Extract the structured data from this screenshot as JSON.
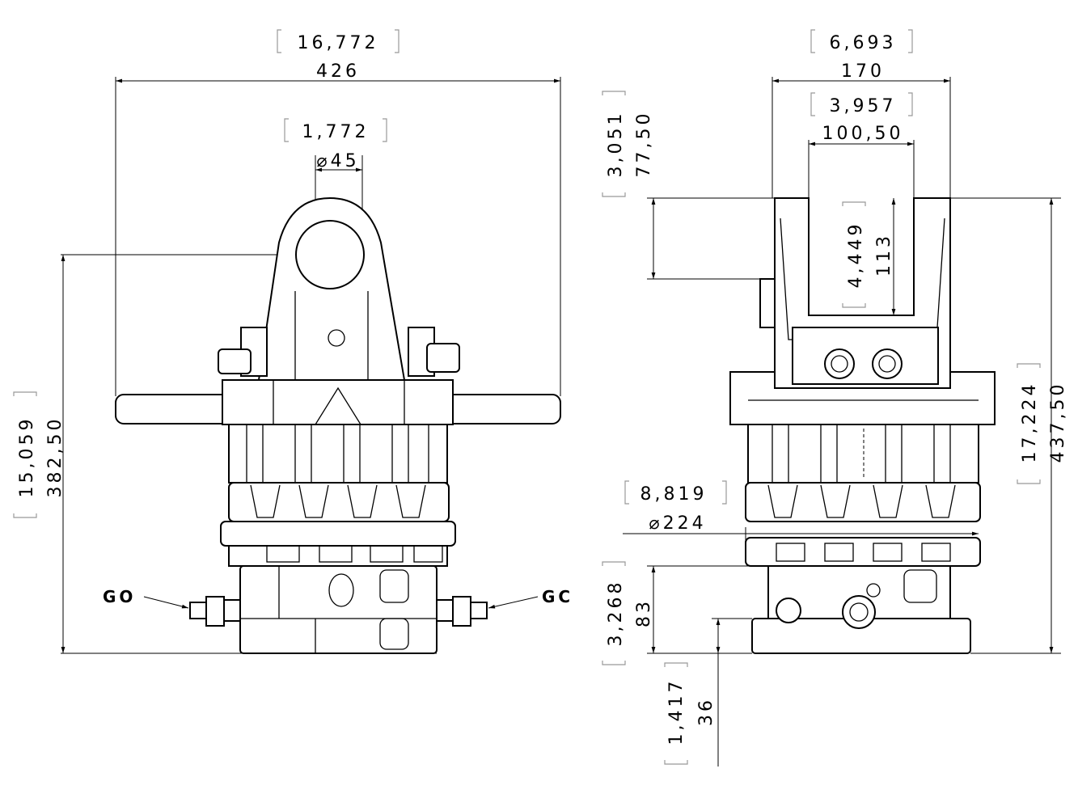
{
  "left_view": {
    "width_in": "16,772",
    "width_mm": "426",
    "pin_in": "1,772",
    "pin_mm": "⌀45",
    "height_in": "15,059",
    "height_mm": "382,50",
    "port_left": "GO",
    "port_right": "GC"
  },
  "right_view": {
    "width_in": "6,693",
    "width_mm": "170",
    "slot_in": "3,957",
    "slot_mm": "100,50",
    "top_offset_in": "3,051",
    "top_offset_mm": "77,50",
    "slot_depth_in": "4,449",
    "slot_depth_mm": "113",
    "total_height_in": "17,224",
    "total_height_mm": "437,50",
    "diameter_in": "8,819",
    "diameter_mm": "⌀224",
    "base_height_in": "3,268",
    "base_height_mm": "83",
    "base_step_in": "1,417",
    "base_step_mm": "36"
  }
}
